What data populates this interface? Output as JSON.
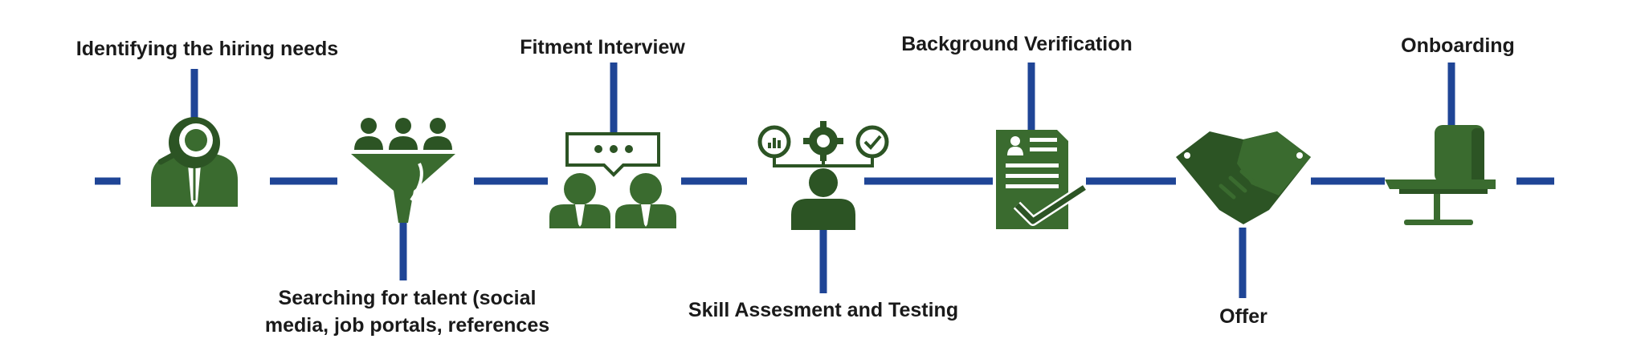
{
  "colors": {
    "line": "#1f4596",
    "icon": "#3a6b2f",
    "icon_dark": "#2c5424",
    "background": "#ffffff"
  },
  "steps": [
    {
      "label": "Identifying the hiring needs",
      "icon": "magnifier-person-icon"
    },
    {
      "label": "Searching for talent (social media, job portals, references",
      "icon": "talent-funnel-icon"
    },
    {
      "label": "Fitment Interview",
      "icon": "interview-icon"
    },
    {
      "label": "Skill Assesment and Testing",
      "icon": "skill-assessment-icon"
    },
    {
      "label": "Background Verification",
      "icon": "verification-document-icon"
    },
    {
      "label": "Offer",
      "icon": "handshake-icon"
    },
    {
      "label": "Onboarding",
      "icon": "office-chair-icon"
    }
  ]
}
